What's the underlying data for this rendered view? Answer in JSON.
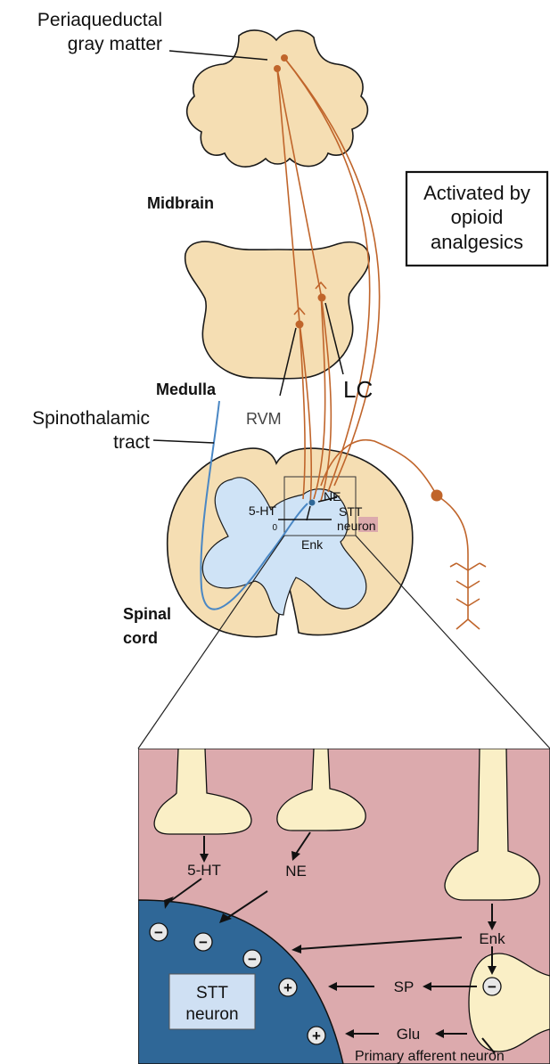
{
  "colors": {
    "tissue": "#f5deb3",
    "tissue_stroke": "#1a1a1a",
    "gray_matter": "#cfe3f6",
    "pathway": "#c0652b",
    "spinothalamic": "#4a87c4",
    "inset_bg": "#dcaaad",
    "stt_neuron": "#2f6797",
    "terminal": "#faefc6",
    "stt_label_bg": "#cfe0f3"
  },
  "labels": {
    "pag_line1": "Periaqueductal",
    "pag_line2": "gray matter",
    "midbrain": "Midbrain",
    "medulla": "Medulla",
    "spinal_line1": "Spinal",
    "spinal_line2": "cord",
    "spinothalamic_line1": "Spinothalamic",
    "spinothalamic_line2": "tract",
    "rvm": "RVM",
    "lc": "LC",
    "box_line1": "Activated by",
    "box_line2": "opioid",
    "box_line3": "analgesics",
    "cord_5ht": "5-HT",
    "cord_ne": "NE",
    "cord_enk": "Enk",
    "cord_stt_line1": "STT",
    "cord_stt_line2": "neuron",
    "cord_zero": "0"
  },
  "inset": {
    "t_5ht": "5-HT",
    "t_ne": "NE",
    "t_enk": "Enk",
    "t_sp": "SP",
    "t_glu": "Glu",
    "stt_line1": "STT",
    "stt_line2": "neuron",
    "primary_afferent": "Primary afferent neuron",
    "minus": "−",
    "plus": "+"
  }
}
